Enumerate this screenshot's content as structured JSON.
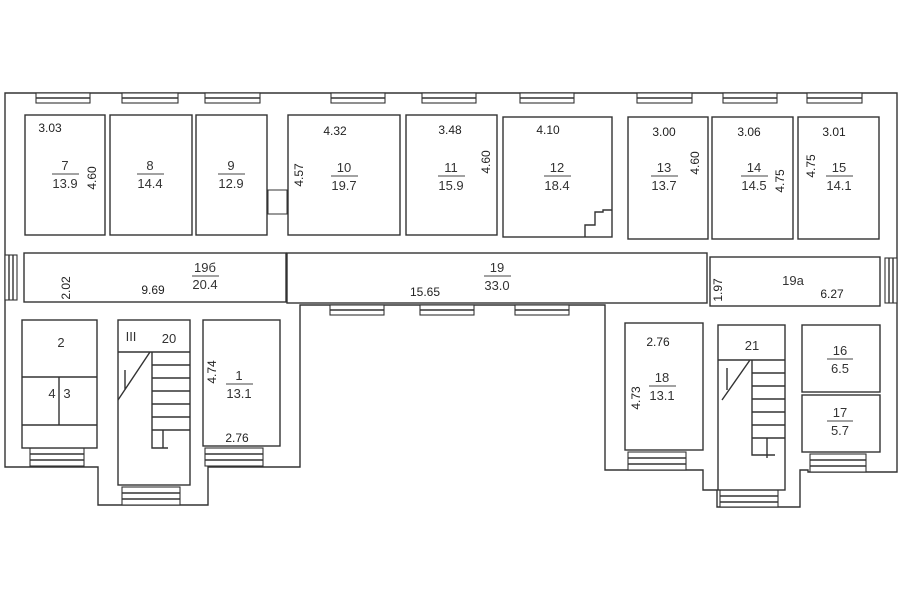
{
  "rooms": {
    "r7": {
      "num": "7",
      "area": "13.9",
      "width": "3.03",
      "length": "4.60"
    },
    "r8": {
      "num": "8",
      "area": "14.4"
    },
    "r9": {
      "num": "9",
      "area": "12.9"
    },
    "r10": {
      "num": "10",
      "area": "19.7",
      "width": "4.32",
      "length": "4.57"
    },
    "r11": {
      "num": "11",
      "area": "15.9",
      "width": "3.48",
      "length": "4.60"
    },
    "r12": {
      "num": "12",
      "area": "18.4",
      "width": "4.10"
    },
    "r13": {
      "num": "13",
      "area": "13.7",
      "width": "3.00",
      "length": "4.60"
    },
    "r14": {
      "num": "14",
      "area": "14.5",
      "width": "3.06",
      "length": "4.75"
    },
    "r15": {
      "num": "15",
      "area": "14.1",
      "width": "3.01",
      "length": "4.75"
    },
    "r19b": {
      "num": "19б",
      "area": "20.4",
      "width": "2.02",
      "length": "9.69"
    },
    "r19": {
      "num": "19",
      "area": "33.0",
      "length": "15.65"
    },
    "r19a": {
      "num": "19а",
      "width": "1.97",
      "length": "6.27"
    },
    "r1": {
      "num": "1",
      "area": "13.1",
      "length": "4.74",
      "width": "2.76"
    },
    "r2": {
      "num": "2"
    },
    "r3": {
      "num": "3"
    },
    "r4": {
      "num": "4"
    },
    "r20": {
      "num": "20",
      "stair": "III"
    },
    "r18": {
      "num": "18",
      "area": "13.1",
      "width": "2.76",
      "length": "4.73"
    },
    "r21": {
      "num": "21"
    },
    "r16": {
      "num": "16",
      "area": "6.5"
    },
    "r17": {
      "num": "17",
      "area": "5.7"
    }
  }
}
